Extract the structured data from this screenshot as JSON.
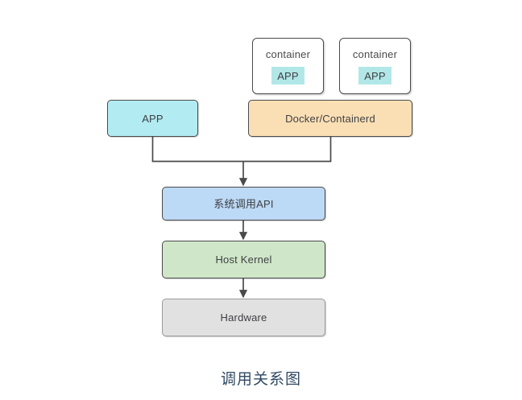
{
  "diagram": {
    "caption": "调用关系图",
    "colors": {
      "app_fill": "#b2ecf2",
      "container_app_fill": "#b2e7e8",
      "docker_fill": "#fbdfb4",
      "syscall_fill": "#bcd9f5",
      "kernel_fill": "#cfe7c8",
      "hardware_fill": "#e1e1e1",
      "node_stroke": "#4a4a4a",
      "hardware_stroke": "#9a9a9a",
      "edge_stroke": "#4a4a4a",
      "text": "#3f4044",
      "caption_text": "#2f4a63",
      "background": "#ffffff"
    },
    "containers": [
      {
        "title": "container",
        "app_label": "APP"
      },
      {
        "title": "container",
        "app_label": "APP"
      }
    ],
    "nodes": {
      "app": "APP",
      "docker": "Docker/Containerd",
      "syscall": "系统调用API",
      "kernel": "Host Kernel",
      "hardware": "Hardware"
    }
  }
}
